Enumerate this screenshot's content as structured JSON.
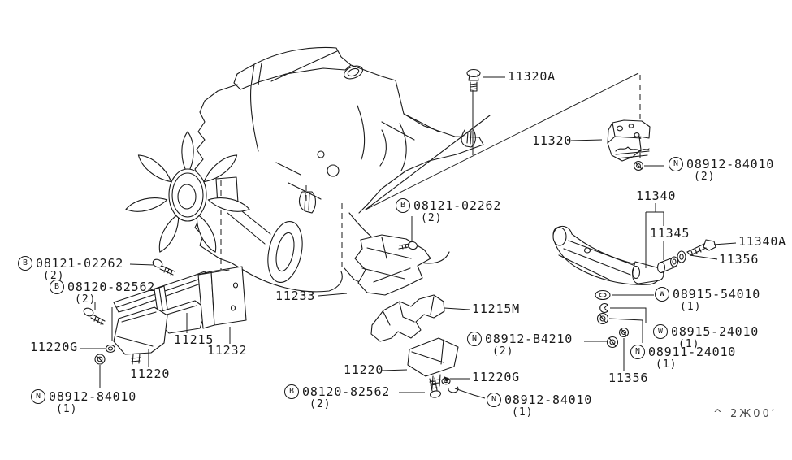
{
  "title": "Engine and engine mounting exploded parts diagram",
  "watermark": "^ 2Ж00′",
  "labels": {
    "p11320A": "11320A",
    "p11320": "11320",
    "p11340": "11340",
    "p11345": "11345",
    "p11340A": "11340A",
    "p11356_right": "11356",
    "p11356_lower": "11356",
    "p11233": "11233",
    "p11215M": "11215M",
    "p11220_center": "11220",
    "p11220G_center": "11220G",
    "p11220G_left": "11220G",
    "p11215": "11215",
    "p11232": "11232",
    "p11220_left": "11220"
  },
  "refs": {
    "n08912_84010_top": {
      "prefix": "N",
      "number": "08912-84010",
      "qty": "(2)"
    },
    "w08915_54010": {
      "prefix": "W",
      "number": "08915-54010",
      "qty": "(1)"
    },
    "w08915_24010": {
      "prefix": "W",
      "number": "08915-24010",
      "qty": "(1)"
    },
    "n08911_24010": {
      "prefix": "N",
      "number": "08911-24010",
      "qty": "(1)"
    },
    "n08912_b4210": {
      "prefix": "N",
      "number": "08912-B4210",
      "qty": "(2)"
    },
    "b08121_02262_center": {
      "prefix": "B",
      "number": "08121-02262",
      "qty": "(2)"
    },
    "b08121_02262_left": {
      "prefix": "B",
      "number": "08121-02262",
      "qty": "(2)"
    },
    "b08120_82562_left": {
      "prefix": "B",
      "number": "08120-82562",
      "qty": "(2)"
    },
    "b08120_82562_center": {
      "prefix": "B",
      "number": "08120-82562",
      "qty": "(2)"
    },
    "n08912_84010_left": {
      "prefix": "N",
      "number": "08912-84010",
      "qty": "(1)"
    },
    "n08912_84010_bottom": {
      "prefix": "N",
      "number": "08912-84010",
      "qty": "(1)"
    }
  }
}
